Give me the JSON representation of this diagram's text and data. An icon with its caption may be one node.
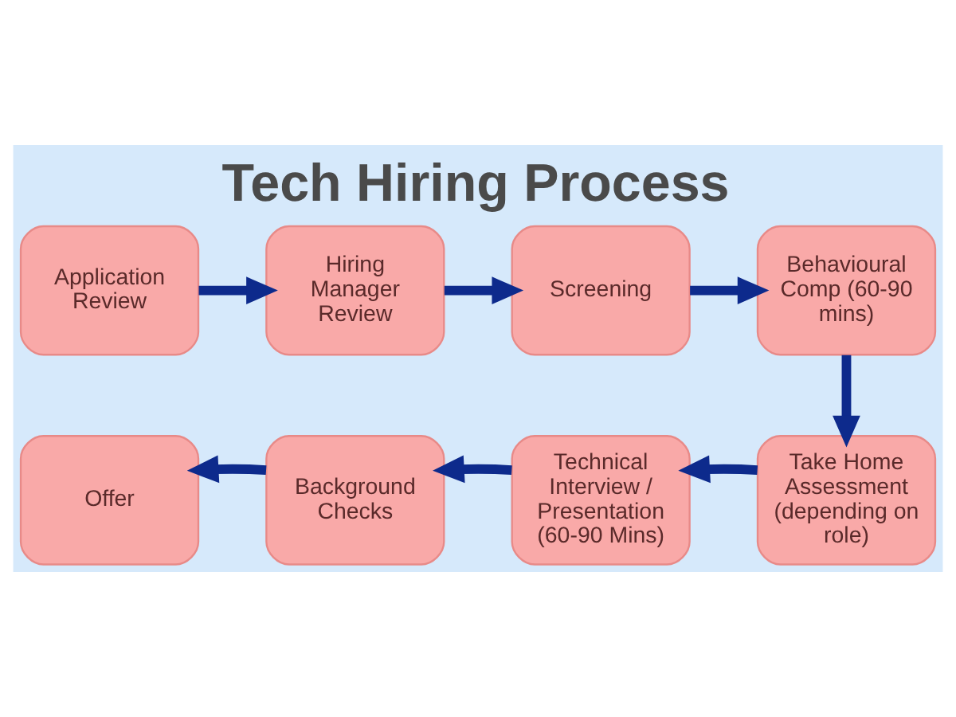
{
  "diagram": {
    "title": "Tech Hiring Process",
    "nodes": [
      {
        "text": [
          "Application Review"
        ]
      },
      {
        "text": [
          "Hiring Manager Review"
        ]
      },
      {
        "text": [
          "Screening"
        ]
      },
      {
        "text": [
          "Behavioural Comp (60-90 mins)"
        ]
      },
      {
        "text": [
          "Take Home Assessment (depending on role)"
        ]
      },
      {
        "text": [
          "Technical Interview / Presentation (60-90 Mins)"
        ]
      },
      {
        "text": [
          "Background Checks"
        ]
      },
      {
        "text": [
          "Offer"
        ]
      }
    ],
    "edges": [
      {
        "from": 0,
        "to": 1,
        "arrow": "to"
      },
      {
        "from": 1,
        "to": 2,
        "arrow": "to"
      },
      {
        "from": 2,
        "to": 3,
        "arrow": "to"
      },
      {
        "from": 3,
        "to": 4,
        "arrow": "to"
      },
      {
        "from": 4,
        "to": 5,
        "arrow": "to"
      },
      {
        "from": 5,
        "to": 6,
        "arrow": "to"
      },
      {
        "from": 6,
        "to": 7,
        "arrow": "to"
      }
    ]
  }
}
